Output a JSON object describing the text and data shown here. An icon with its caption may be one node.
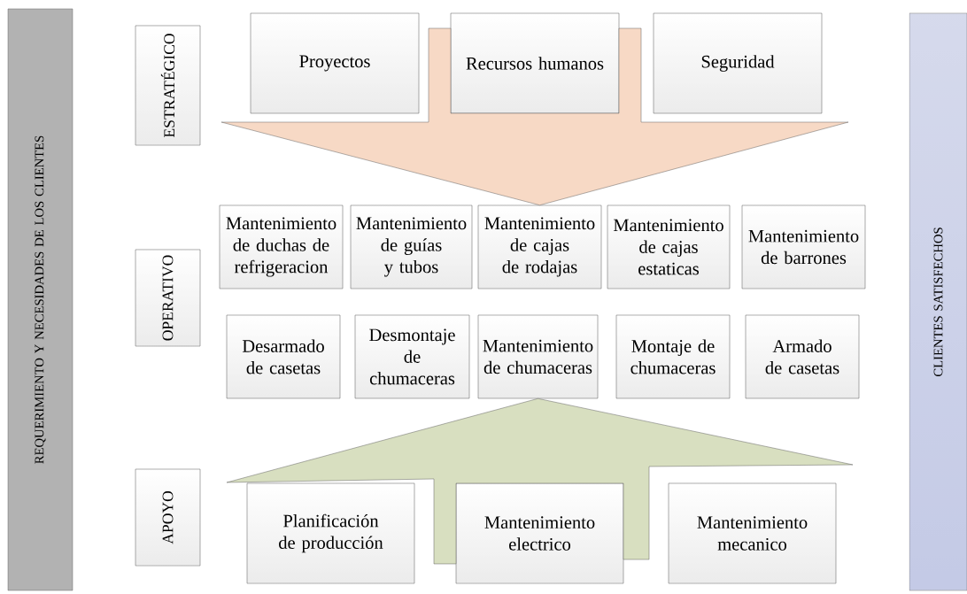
{
  "diagram": {
    "nodes": [
      {
        "text": [
          "REQUERIMIENTO Y NECESIDADES DE LOS CLIENTES"
        ]
      },
      {
        "text": [
          "ESTRATÉGICO"
        ]
      },
      {
        "text": [
          "Proyectos"
        ]
      },
      {
        "text": [
          "Recursos humanos"
        ]
      },
      {
        "text": [
          "Seguridad"
        ]
      },
      {
        "text": [
          "OPERATIVO"
        ]
      },
      {
        "text": [
          "Mantenimiento de duchas de refrigeracion"
        ]
      },
      {
        "text": [
          "Mantenimiento de guías y tubos"
        ]
      },
      {
        "text": [
          "Mantenimiento de cajas de rodajas"
        ]
      },
      {
        "text": [
          "Mantenimiento de cajas estaticas"
        ]
      },
      {
        "text": [
          "Mantenimiento de barrones"
        ]
      },
      {
        "text": [
          "Desarmado de casetas"
        ]
      },
      {
        "text": [
          "Desmontaje de chumaceras"
        ]
      },
      {
        "text": [
          "Mantenimiento de chumaceras"
        ]
      },
      {
        "text": [
          "Montaje de chumaceras"
        ]
      },
      {
        "text": [
          "Armado de casetas"
        ]
      },
      {
        "text": [
          "APOYO"
        ]
      },
      {
        "text": [
          "Planificación de producción"
        ]
      },
      {
        "text": [
          "Mantenimiento electrico"
        ]
      },
      {
        "text": [
          "Mantenimiento mecanico"
        ]
      },
      {
        "text": [
          "CLIENTES SATISFECHOS"
        ]
      }
    ],
    "edges": [
      {
        "from": null,
        "to": 8,
        "arrow": "to",
        "color": "#f7d9c5"
      },
      {
        "from": null,
        "to": 13,
        "arrow": "to",
        "color": "#d8dfc0"
      }
    ]
  }
}
